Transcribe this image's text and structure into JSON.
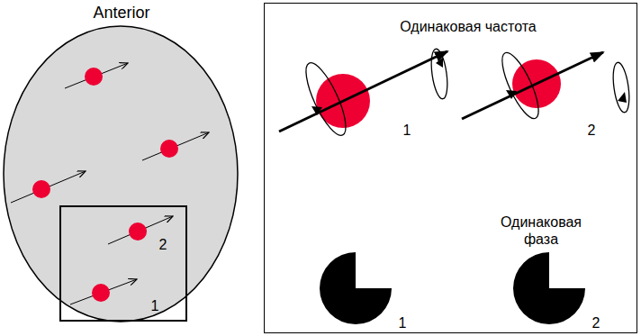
{
  "diagram": {
    "nodes": [
      {
        "text": [
          "Anterior"
        ]
      },
      {
        "text": [
          "2",
          "1"
        ],
        "in": 0
      },
      {
        "text": [
          "Одинаковая частота",
          "1",
          "2",
          "Одинаковая фаза",
          "1",
          "2"
        ]
      }
    ]
  }
}
